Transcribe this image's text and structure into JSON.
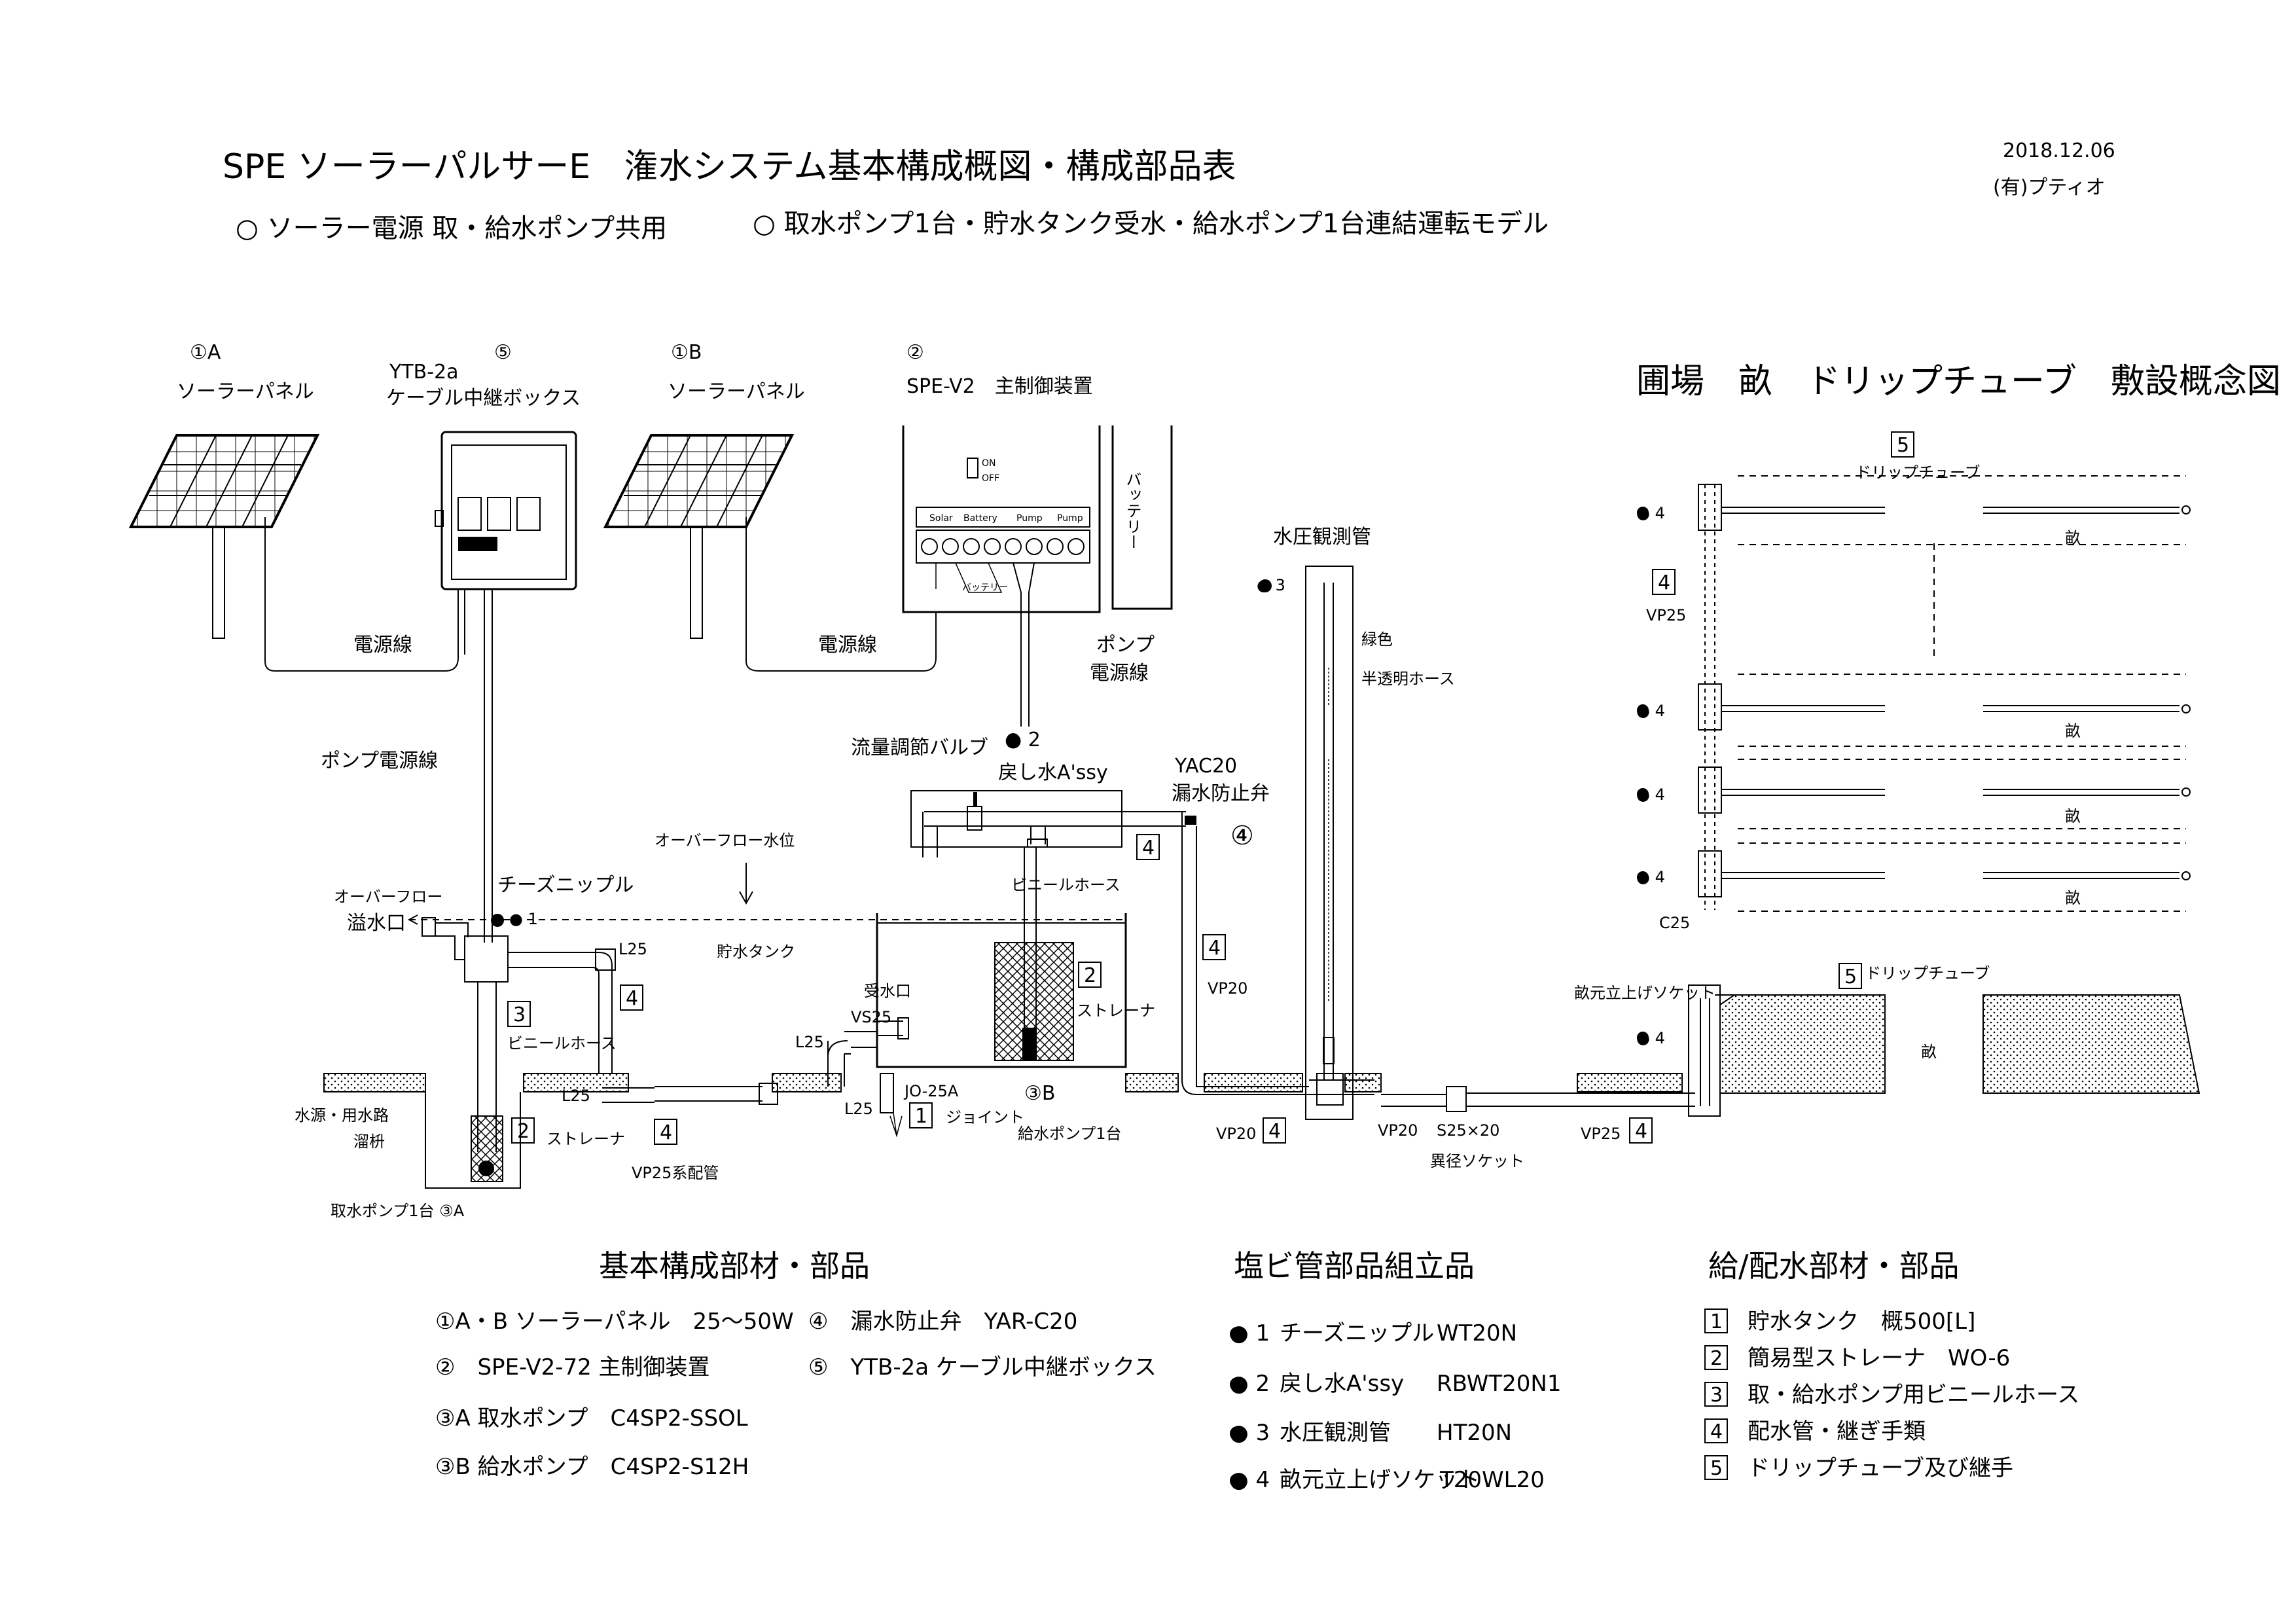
{
  "header": {
    "title": "SPE ソーラーパルサーE　潅水システム基本構成概図・構成部品表",
    "subtitle_1": "○ ソーラー電源 取・給水ポンプ共用",
    "subtitle_2": "○ 取水ポンプ1台・貯水タンク受水・給水ポンプ1台連結運転モデル",
    "date": "2018.12.06",
    "company": "(有)プティオ"
  },
  "system": {
    "panel_a_id": "①A",
    "panel_a_label": "ソーラーパネル",
    "junction_id": "⑤",
    "junction_model": "YTB-2a",
    "junction_label": "ケーブル中継ボックス",
    "panel_b_id": "①B",
    "panel_b_label": "ソーラーパネル",
    "controller_id": "②",
    "controller_label": "SPE-V2　主制御装置",
    "battery_label": "バッテリー",
    "terminal_solar": "Solar",
    "terminal_battery": "Battery",
    "terminal_pump1": "Pump",
    "terminal_pump2": "Pump",
    "switch_on": "ON",
    "switch_off": "OFF",
    "battery_terminal_label": "バッテリー",
    "power_line_a": "電源線",
    "power_line_b": "電源線",
    "pump_power_line_1": "ポンプ電源線",
    "pump_power_line_2a": "ポンプ",
    "pump_power_line_2b": "電源線",
    "pressure_tube_label": "水圧観測管",
    "pressure_tube_num": "● 3",
    "hose_label_1": "緑色",
    "hose_label_2": "半透明ホース",
    "flow_valve_label": "流量調節バルブ",
    "return_num": "● 2",
    "return_label": "戻し水A'ssy",
    "check_valve_model": "YAC20",
    "check_valve_label": "漏水防止弁",
    "check_valve_id": "④",
    "overflow_level": "オーバーフロー水位",
    "overflow_outlet_1": "オーバーフロー",
    "overflow_outlet_2": "溢水口",
    "tees_nipple": "チーズニップル",
    "tees_num": "● 1",
    "l25_a": "L25",
    "tank_label": "貯水タンク",
    "vinyl_hose_a": "ビニールホース",
    "vinyl_hose_b": "ビニールホース",
    "receive_port": "受水口",
    "vs25": "VS25",
    "l25_b": "L25",
    "l25_c": "L25",
    "l25_d": "L25",
    "jo25a": "JO-25A",
    "joint_label": "ジョイント",
    "pump_b_id": "③B",
    "pump_b_label": "給水ポンプ1台",
    "strainer_a": "ストレーナ",
    "strainer_b": "ストレーナ",
    "water_source_1": "水源・用水路",
    "water_source_2": "溜枡",
    "pump_a_label": "取水ポンプ1台 ③A",
    "vp25_pipe": "VP25系配管",
    "vp20_a": "VP20",
    "vp20_b": "VP20",
    "vp20_c": "VP20",
    "s25x20": "S25×20",
    "reducer": "異径ソケット",
    "vp25_right": "VP25"
  },
  "field": {
    "title": "圃場　畝　ドリップチューブ　敷設概念図",
    "drip_tube_top": "ドリップチューブ",
    "row_label": "畝",
    "vp25": "VP25",
    "c25": "C25",
    "socket_label": "畝元立上げソケット",
    "drip_tube_mid": "ドリップチューブ",
    "num_4": "● 4"
  },
  "badges": {
    "b1": "1",
    "b2": "2",
    "b3": "3",
    "b4": "4",
    "b5": "5"
  },
  "parts": {
    "title": "基本構成部材・部品",
    "items_left": [
      "①A・B ソーラーパネル　25～50W",
      "②　SPE-V2-72 主制御装置",
      "③A 取水ポンプ　C4SP2-SSOL",
      "③B 給水ポンプ　C4SP2-S12H"
    ],
    "items_right": [
      "④　漏水防止弁　YAR-C20",
      "⑤　YTB-2a ケーブル中継ボックス"
    ]
  },
  "pvc": {
    "title": "塩ビ管部品組立品",
    "items": [
      {
        "num": "● 1",
        "name": "チーズニップル",
        "code": "WT20N"
      },
      {
        "num": "● 2",
        "name": "戻し水A'ssy",
        "code": "RBWT20N1"
      },
      {
        "num": "● 3",
        "name": "水圧観測管",
        "code": "HT20N"
      },
      {
        "num": "● 4",
        "name": "畝元立上げソケット",
        "code": "T20WL20"
      }
    ]
  },
  "supply": {
    "title": "給/配水部材・部品",
    "items": [
      {
        "num": "1",
        "text": "貯水タンク　概500[L]"
      },
      {
        "num": "2",
        "text": "簡易型ストレーナ　WO-6"
      },
      {
        "num": "3",
        "text": "取・給水ポンプ用ビニールホース"
      },
      {
        "num": "4",
        "text": "配水管・継ぎ手類"
      },
      {
        "num": "5",
        "text": "ドリップチューブ及び継手"
      }
    ]
  }
}
